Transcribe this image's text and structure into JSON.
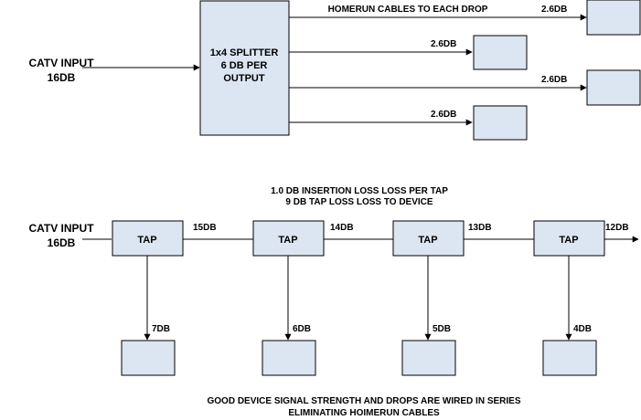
{
  "splitter": {
    "input_label_line1": "CATV INPUT",
    "input_label_line2": "16DB",
    "box_line1": "1x4 SPLITTER",
    "box_line2": "6 DB PER",
    "box_line3": "OUTPUT",
    "header": "HOMERUN CABLES TO EACH DROP",
    "outputs": [
      "2.6DB",
      "2.6DB",
      "2.6DB",
      "2.6DB"
    ]
  },
  "taps": {
    "note_line1": "1.0 DB INSERTION LOSS LOSS PER TAP",
    "note_line2": "9 DB TAP LOSS LOSS TO DEVICE",
    "input_label_line1": "CATV INPUT",
    "input_label_line2": "16DB",
    "tap_label": "TAP",
    "between_levels": [
      "15DB",
      "14DB",
      "13DB",
      "12DB"
    ],
    "drop_levels": [
      "7DB",
      "6DB",
      "5DB",
      "4DB"
    ],
    "footer_line1": "GOOD DEVICE SIGNAL STRENGTH AND DROPS ARE WIRED IN SERIES",
    "footer_line2": "ELIMINATING HOIMERUN CABLES"
  }
}
